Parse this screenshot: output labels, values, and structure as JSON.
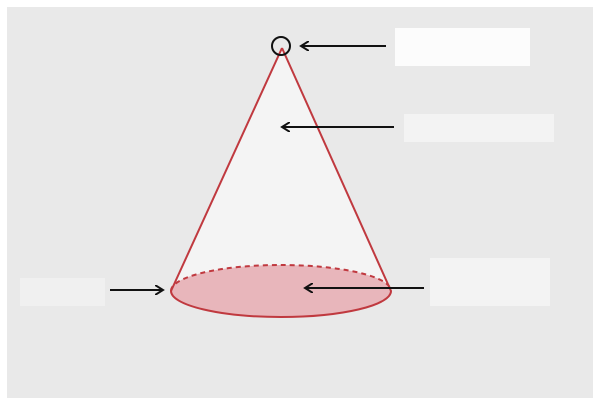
{
  "colors": {
    "background": "#e9e9e9",
    "page": "#ffffff",
    "cone_fill": "#f4f4f4",
    "cone_outline": "#c0393f",
    "base_fill": "#e8b6bb",
    "arrow": "#111111",
    "apex_marker": "#111111",
    "label_placeholder": "#ffffff"
  },
  "shape": "cone",
  "labels_visible": false,
  "arrow_targets": [
    "apex",
    "lateral-surface",
    "base-edge",
    "base-face"
  ]
}
